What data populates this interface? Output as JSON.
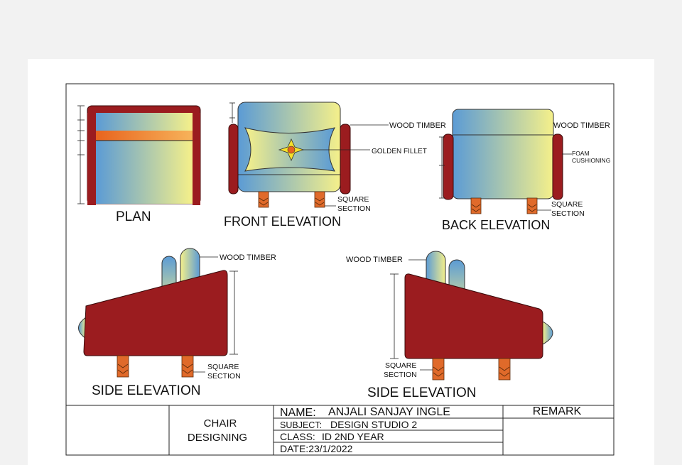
{
  "views": {
    "plan": "PLAN",
    "front": "FRONT ELEVATION",
    "back": "BACK ELEVATION",
    "side_left": "SIDE ELEVATION",
    "side_right": "SIDE ELEVATION"
  },
  "annotations": {
    "wood_timber": "WOOD TIMBER",
    "golden_fillet": "GOLDEN FILLET",
    "square_section_1": "SQUARE",
    "square_section_2": "SECTION",
    "foam_1": "FOAM",
    "foam_2": "CUSHIONING"
  },
  "title_block": {
    "project_1": "CHAIR",
    "project_2": "DESIGNING",
    "name_label": "NAME:",
    "name_value": "ANJALI  SANJAY  INGLE",
    "subject_label": "SUBJECT:",
    "subject_value": "DESIGN STUDIO 2",
    "class_label": "CLASS:",
    "class_value": "ID 2ND YEAR",
    "date": "DATE:23/1/2022",
    "remark": "REMARK"
  },
  "colors": {
    "wood": "#9b1c1f",
    "leg": "#e06a2a",
    "gradient_start": "#5b9bd5",
    "gradient_end": "#f5f08a"
  }
}
